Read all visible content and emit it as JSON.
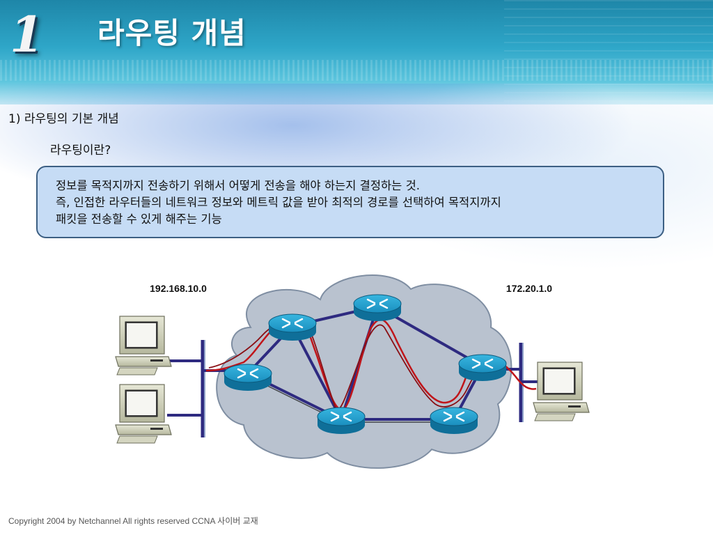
{
  "header": {
    "slide_number": "1",
    "title": "라우팅 개념"
  },
  "content": {
    "section_heading": "1) 라우팅의 기본 개념",
    "question": "라우팅이란?",
    "definition_lines": [
      "정보를 목적지까지 전송하기 위해서 어떻게 전송을 해야 하는지 결정하는 것.",
      "즉, 인접한 라우터들의 네트워크 정보와 메트릭 값을 받아 최적의 경로를 선택하여 목적지까지",
      "패킷을 전송할 수 있게 해주는 기능"
    ]
  },
  "diagram": {
    "left_network_label": "192.168.10.0",
    "right_network_label": "172.20.1.0",
    "colors": {
      "cloud": "#b9c2cf",
      "link": "#2e2a80",
      "path": "#c0151a",
      "router": "#138ab8"
    }
  },
  "footer": {
    "copyright": "Copyright 2004 by Netchannel All rights reserved CCNA 사이버 교재"
  }
}
